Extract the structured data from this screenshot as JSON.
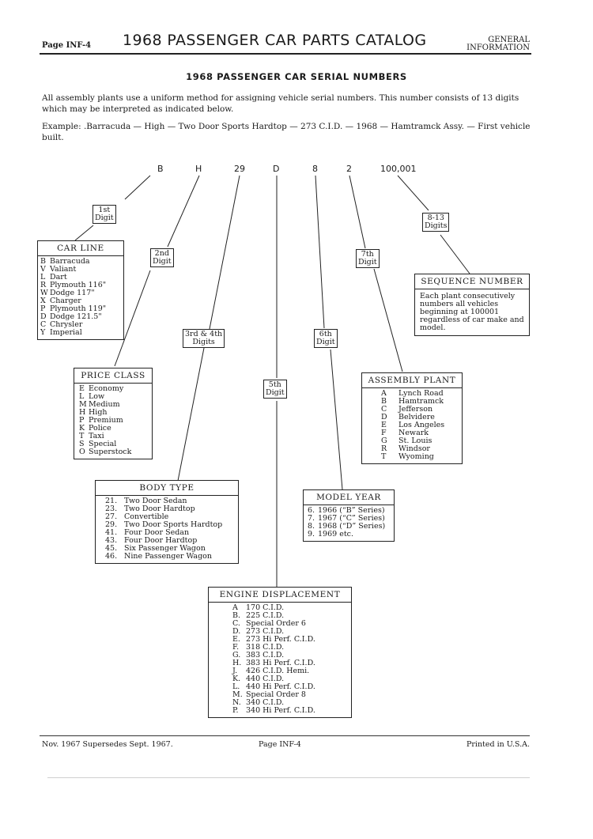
{
  "header": {
    "page": "Page INF-4",
    "title": "1968 PASSENGER CAR PARTS CATALOG",
    "right_line1": "GENERAL",
    "right_line2": "INFORMATION"
  },
  "section_title": "1968 PASSENGER CAR SERIAL NUMBERS",
  "intro": "All assembly plants use a uniform method for assigning vehicle serial numbers. This number consists of 13 digits which may be interpreted as indicated below.",
  "example": "Example: .Barracuda — High — Two Door Sports Hardtop — 273 C.I.D. — 1968 — Hamtramck Assy. — First vehicle built.",
  "serial": {
    "c1": "B",
    "c2": "H",
    "c3": "29",
    "c4": "D",
    "c5": "8",
    "c6": "2",
    "c7": "100,001"
  },
  "digits": {
    "d1": [
      "1st",
      "Digit"
    ],
    "d2": [
      "2nd",
      "Digit"
    ],
    "d3": [
      "3rd & 4th",
      "Digits"
    ],
    "d5": [
      "5th",
      "Digit"
    ],
    "d6": [
      "6th",
      "Digit"
    ],
    "d7": [
      "7th",
      "Digit"
    ],
    "d8": [
      "8-13",
      "Digits"
    ]
  },
  "car_line": {
    "title": "CAR LINE",
    "items": [
      {
        "code": "B",
        "name": "Barracuda"
      },
      {
        "code": "V",
        "name": "Valiant"
      },
      {
        "code": "L",
        "name": "Dart"
      },
      {
        "code": "R",
        "name": "Plymouth 116\""
      },
      {
        "code": "W",
        "name": "Dodge 117\""
      },
      {
        "code": "X",
        "name": "Charger"
      },
      {
        "code": "P",
        "name": "Plymouth 119\""
      },
      {
        "code": "D",
        "name": "Dodge 121.5\""
      },
      {
        "code": "C",
        "name": "Chrysler"
      },
      {
        "code": "Y",
        "name": "Imperial"
      }
    ]
  },
  "price_class": {
    "title": "PRICE CLASS",
    "items": [
      {
        "code": "E",
        "name": "Economy"
      },
      {
        "code": "L",
        "name": "Low"
      },
      {
        "code": "M",
        "name": "Medium"
      },
      {
        "code": "H",
        "name": "High"
      },
      {
        "code": "P",
        "name": "Premium"
      },
      {
        "code": "K",
        "name": "Police"
      },
      {
        "code": "T",
        "name": "Taxi"
      },
      {
        "code": "S",
        "name": "Special"
      },
      {
        "code": "O",
        "name": "Superstock"
      }
    ]
  },
  "body_type": {
    "title": "BODY TYPE",
    "items": [
      {
        "code": "21.",
        "name": "Two Door Sedan"
      },
      {
        "code": "23.",
        "name": "Two Door Hardtop"
      },
      {
        "code": "27.",
        "name": "Convertible"
      },
      {
        "code": "29.",
        "name": "Two Door Sports Hardtop"
      },
      {
        "code": "41.",
        "name": "Four Door Sedan"
      },
      {
        "code": "43.",
        "name": "Four Door Hardtop"
      },
      {
        "code": "45.",
        "name": "Six Passenger Wagon"
      },
      {
        "code": "46.",
        "name": "Nine Passenger Wagon"
      }
    ]
  },
  "engine": {
    "title": "ENGINE DISPLACEMENT",
    "items": [
      {
        "code": "A",
        "name": "170 C.I.D."
      },
      {
        "code": "B.",
        "name": "225 C.I.D."
      },
      {
        "code": "C.",
        "name": "Special Order 6"
      },
      {
        "code": "D.",
        "name": "273 C.I.D."
      },
      {
        "code": "E.",
        "name": "273 Hi Perf. C.I.D."
      },
      {
        "code": "F.",
        "name": "318 C.I.D."
      },
      {
        "code": "G.",
        "name": "383 C.I.D."
      },
      {
        "code": "H.",
        "name": "383 Hi Perf. C.I.D."
      },
      {
        "code": "J.",
        "name": "426 C.I.D. Hemi."
      },
      {
        "code": "K.",
        "name": "440 C.I.D."
      },
      {
        "code": "L.",
        "name": "440 Hi Perf. C.I.D."
      },
      {
        "code": "M.",
        "name": "Special Order 8"
      },
      {
        "code": "N.",
        "name": "340 C.I.D."
      },
      {
        "code": "P.",
        "name": "340 Hi Perf. C.I.D."
      }
    ]
  },
  "model_year": {
    "title": "MODEL YEAR",
    "items": [
      {
        "code": "6.",
        "name": "1966 (“B” Series)"
      },
      {
        "code": "7.",
        "name": "1967 (“C” Series)"
      },
      {
        "code": "8.",
        "name": "1968 (“D” Series)"
      },
      {
        "code": "9.",
        "name": "1969 etc."
      }
    ]
  },
  "assembly_plant": {
    "title": "ASSEMBLY PLANT",
    "items": [
      {
        "code": "A",
        "name": "Lynch Road"
      },
      {
        "code": "B",
        "name": "Hamtramck"
      },
      {
        "code": "C",
        "name": "Jefferson"
      },
      {
        "code": "D",
        "name": "Belvidere"
      },
      {
        "code": "E",
        "name": "Los Angeles"
      },
      {
        "code": "F",
        "name": "Newark"
      },
      {
        "code": "G",
        "name": "St. Louis"
      },
      {
        "code": "R",
        "name": "Windsor"
      },
      {
        "code": "T",
        "name": "Wyoming"
      }
    ]
  },
  "sequence": {
    "title": "SEQUENCE NUMBER",
    "body": "Each plant consecutively numbers all vehicles beginning at 100001 regardless of car make and model."
  },
  "footer": {
    "left": "Nov. 1967 Supersedes Sept. 1967.",
    "center": "Page INF-4",
    "right": "Printed in U.S.A."
  }
}
